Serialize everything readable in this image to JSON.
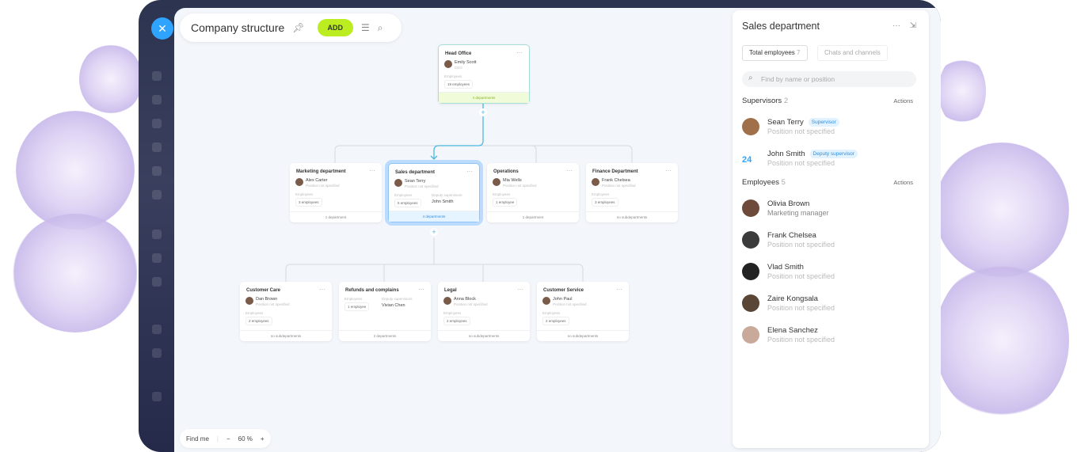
{
  "header": {
    "title": "Company structure",
    "add_label": "ADD"
  },
  "head_office": {
    "name": "Head Office",
    "manager": "Emily Scott",
    "position": "CEO",
    "employees_label": "Employees",
    "employees": "19 employees",
    "footer": "4 departments"
  },
  "departments": [
    {
      "name": "Marketing department",
      "manager": "Alex Carter",
      "position": "Position not specified",
      "employees_label": "Employees",
      "employees": "3 employees",
      "footer": "1 department"
    },
    {
      "name": "Sales department",
      "manager": "Sean Terry",
      "position": "Position not specified",
      "employees_label": "Employees",
      "employees": "5 employees",
      "deputy_label": "Deputy supervisors",
      "deputy": "John Smith",
      "footer": "4 departments"
    },
    {
      "name": "Operations",
      "manager": "Mia Wells",
      "position": "Position not specified",
      "employees_label": "Employees",
      "employees": "1 employee",
      "footer": "1 department"
    },
    {
      "name": "Finance Department",
      "manager": "Frank Chelsea",
      "position": "Position not specified",
      "employees_label": "Employees",
      "employees": "3 employees",
      "footer": "no subdepartments"
    }
  ],
  "subdepartments": [
    {
      "name": "Customer Care",
      "manager": "Dan Brown",
      "position": "Position not specified",
      "employees_label": "Employees",
      "employees": "2 employees",
      "footer": "no subdepartments"
    },
    {
      "name": "Refunds and complains",
      "employees_label": "Employees",
      "employees": "1 employee",
      "deputy_label": "Deputy supervisors",
      "deputy": "Vivian Chen",
      "footer": "2 departments"
    },
    {
      "name": "Legal",
      "manager": "Anna Block",
      "position": "Position not specified",
      "employees_label": "Employees",
      "employees": "2 employees",
      "footer": "no subdepartments"
    },
    {
      "name": "Customer Service",
      "manager": "John Paul",
      "position": "Position not specified",
      "employees_label": "Employees",
      "employees": "2 employees",
      "footer": "no subdepartments"
    }
  ],
  "bottom": {
    "find_me": "Find me",
    "zoom": "60 %",
    "minus": "−",
    "plus": "+"
  },
  "panel": {
    "title": "Sales department",
    "tabs": [
      {
        "label": "Total employees",
        "count": "7"
      },
      {
        "label": "Chats and channels"
      }
    ],
    "search_placeholder": "Find by name or position",
    "supervisors": {
      "label": "Supervisors",
      "count": "2",
      "actions": "Actions"
    },
    "supervisor_list": [
      {
        "name": "Sean Terry",
        "badge": "Supervisor",
        "position": "Position not specified"
      },
      {
        "name": "John Smith",
        "badge": "Deputy supervisor",
        "position": "Position not specified"
      }
    ],
    "employees": {
      "label": "Employees",
      "count": "5",
      "actions": "Actions"
    },
    "employee_list": [
      {
        "name": "Olivia Brown",
        "position": "Marketing manager"
      },
      {
        "name": "Frank Chelsea",
        "position": "Position not specified"
      },
      {
        "name": "Vlad Smith",
        "position": "Position not specified"
      },
      {
        "name": "Zaire Kongsala",
        "position": "Position not specified"
      },
      {
        "name": "Elena Sanchez",
        "position": "Position not specified"
      }
    ]
  },
  "colors": {
    "accent": "#2fa4ff",
    "add_button": "#bbed21",
    "connector": "#4cb8e0"
  }
}
